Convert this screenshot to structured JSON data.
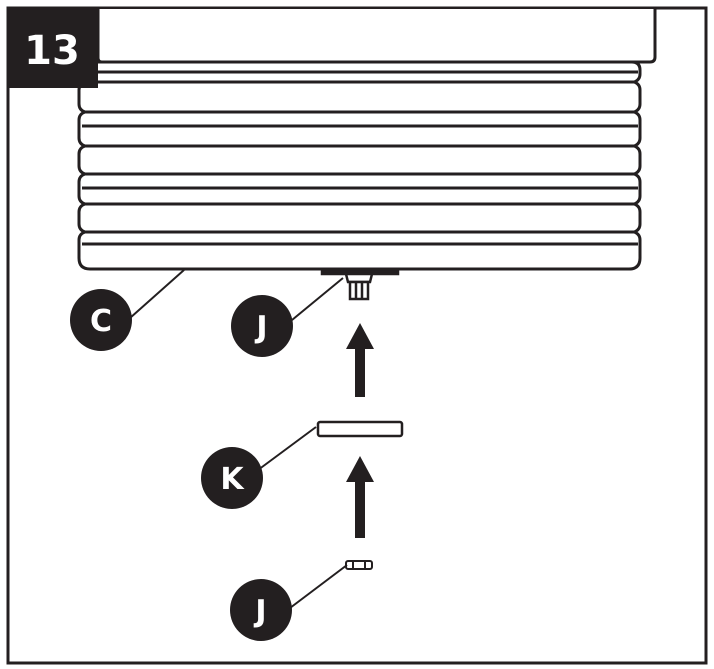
{
  "step": {
    "number": "13"
  },
  "callouts": {
    "c": "C",
    "j_upper": "J",
    "k": "K",
    "j_lower": "J"
  },
  "colors": {
    "ink": "#231f20",
    "paper": "#ffffff",
    "callout_text": "#ffffff"
  },
  "icons": {
    "arrow_upper": "up-arrow-icon",
    "arrow_lower": "up-arrow-icon"
  }
}
